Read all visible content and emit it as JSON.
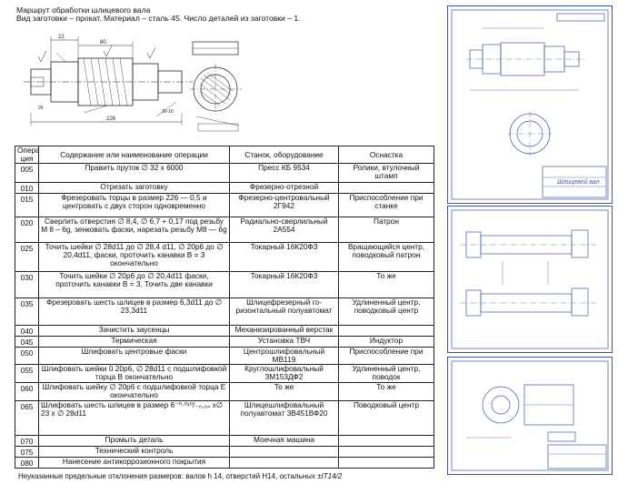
{
  "header": {
    "title": "Маршрут обработки шлицевого вала",
    "subtitle": "Вид заготовки – прокат. Материал – сталь 45. Число деталей из заготовки – 1."
  },
  "table": {
    "columns": [
      "Опера-ция",
      "Содержание или наименование операции",
      "Станок, оборудование",
      "Оснастка"
    ],
    "rows": [
      {
        "num": "005",
        "content": "Править пруток ∅ 32 х 6000",
        "machine": "Пресс КБ 9534",
        "tooling": "Ролики, втулочный штамп"
      },
      {
        "num": "010",
        "content": "Отрезать заготовку",
        "machine": "Фрезерно-отрезной",
        "tooling": ""
      },
      {
        "num": "015",
        "content": "Фрезеровать торцы в размер 226 — 0,5 и центровать с двух сторон одновременно",
        "machine": "Фрезерно-центровальный 2Г942",
        "tooling": "Приспособление при станке"
      },
      {
        "num": "020",
        "content": "Сверлить отверстия ∅ 8,4, ∅ 6,7 + 0,17 под резьбу М 8 – 6g, зенковать фаски, нарезать резьбу М8 — 6g",
        "machine": "Радиально-сверлильный 2А554",
        "tooling": "Патрон"
      },
      {
        "num": "025",
        "content": "Точить шейки ∅ 28d11 до ∅ 28,4 d11, ∅ 20p6 до ∅ 20,4d11, фаски, проточить канавки В = 3 окончательно",
        "machine": "Токарный 16К20Ф3",
        "tooling": "Вращающийся центр, поводковый патрон"
      },
      {
        "num": "030",
        "content": "Точить шейки ∅ 20p6 до ∅ 20,4d11 фаски, проточить канавки В = 3. Точить две канавки",
        "machine": "Токарный 16К20Ф3",
        "tooling": "То же"
      },
      {
        "num": "035",
        "content": "Фрезеровать шесть шлицев в размер 6,3d11 до ∅ 23,3d11",
        "machine": "Шлицефрезерный го-ризонтальный полуавтомат",
        "tooling": "Удлиненный центр, поводковый центр"
      },
      {
        "num": "040",
        "content": "Зачистить заусенцы",
        "machine": "Механизированный верстак",
        "tooling": ""
      },
      {
        "num": "045",
        "content": "Термическая",
        "machine": "Установка ТВЧ",
        "tooling": "Индуктор"
      },
      {
        "num": "050",
        "content": "Шлифовать центровые фаски",
        "machine": "Центрошлифовальный МВ119",
        "tooling": "Приспособление при"
      },
      {
        "num": "055",
        "content": "Шлифовать шейки 0 20p6, ∅ 28d11 с подшлифовкой торца В окончательно",
        "machine": "Круглошлифовальный 3М153ДФ2",
        "tooling": "Удлиненный центр, поводок"
      },
      {
        "num": "060",
        "content": "Шлифовать шейку ∅ 20p6 с подшлифовкой торца Е окончательно",
        "machine": "То же",
        "tooling": "То же"
      },
      {
        "num": "065",
        "content": "Шлифовать шесть шлицев в размер 6⁻⁰·⁰¹⁰/₋₀,₀₄ х∅ 23 х ∅ 28d11",
        "machine": "Шлицешлифовальный полуавтомат 3В451ВФ20",
        "tooling": "Поводковый центр"
      },
      {
        "num": "070",
        "content": "Промыть деталь",
        "machine": "Моечная машина",
        "tooling": ""
      },
      {
        "num": "075",
        "content": "Технический контроль",
        "machine": "",
        "tooling": ""
      },
      {
        "num": "080",
        "content": "Нанесение антикоррозионного покрытия",
        "machine": "",
        "tooling": ""
      }
    ]
  },
  "footnote": {
    "text": "Неуказанные предельные отклонения размеров: валов h 14, отверстий Н14, остальных ±",
    "tail": "IT14/2"
  },
  "drawing": {
    "dims": [
      "22",
      "26",
      "226",
      "30-10",
      "80"
    ],
    "stamp": "Шлицевой вал"
  }
}
